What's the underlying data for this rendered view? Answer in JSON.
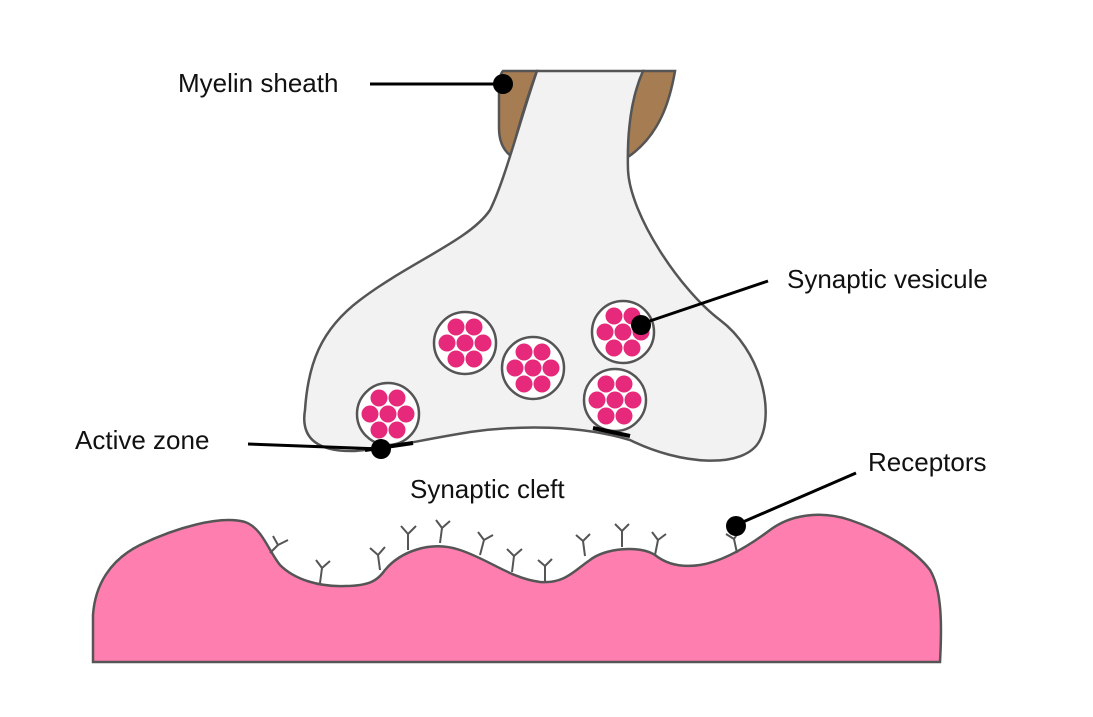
{
  "labels": {
    "myelin_sheath": "Myelin sheath",
    "synaptic_vesicule": "Synaptic vesicule",
    "active_zone": "Active zone",
    "synaptic_cleft": "Synaptic cleft",
    "receptors": "Receptors"
  },
  "colors": {
    "myelin": "#a67c52",
    "terminal_fill": "#f2f2f2",
    "outline": "#555555",
    "vesicle_particle": "#e6297a",
    "postsynaptic": "#ff7eb0",
    "pointer": "#000000"
  }
}
